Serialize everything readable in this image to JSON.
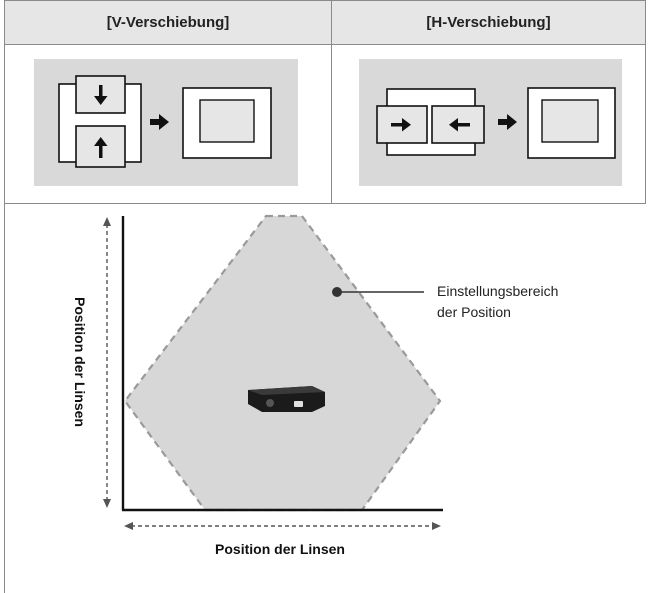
{
  "table": {
    "header_left": "[V-Verschiebung]",
    "header_right": "[H-Verschiebung]"
  },
  "diagram": {
    "area_label_line1": "Einstellungsbereich",
    "area_label_line2": "der Position",
    "x_axis_label": "Position der Linsen",
    "y_axis_label": "Position der Linsen"
  },
  "icons": {
    "arrow_down": "arrow-down-icon",
    "arrow_up": "arrow-up-icon",
    "arrow_right": "arrow-right-icon",
    "arrow_left": "arrow-left-icon",
    "projector": "projector-icon"
  },
  "colors": {
    "panel_bg": "#d9d9d9",
    "area_fill": "#d7d7d7",
    "area_border": "#9a9a9a",
    "screen_fill": "#e6e6e6",
    "header_bg": "#e6e6e6"
  }
}
